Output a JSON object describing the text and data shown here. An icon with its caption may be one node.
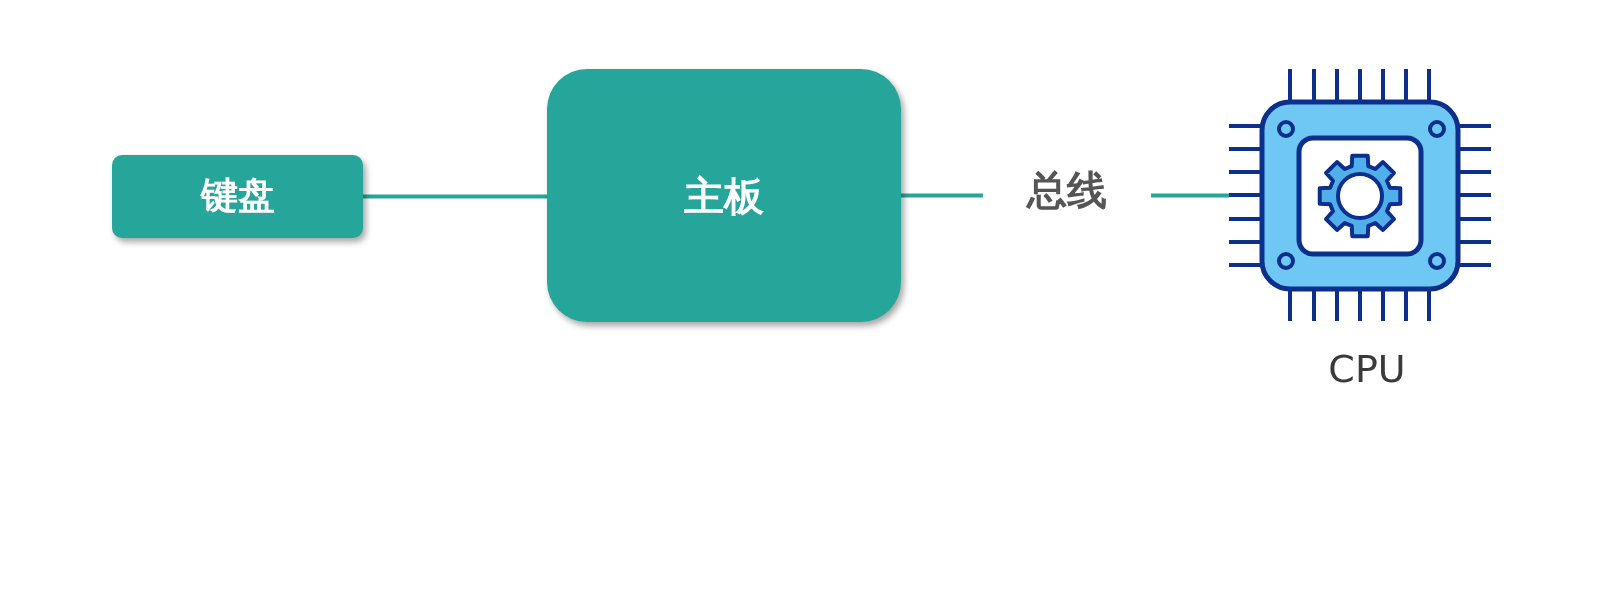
{
  "diagram": {
    "nodes": [
      {
        "text": [
          "键盘"
        ]
      },
      {
        "text": [
          "主板"
        ]
      },
      {
        "text": [],
        "shape": "picture",
        "beside": [
          "CPU"
        ]
      }
    ],
    "edges": [
      {
        "from": 0,
        "to": 1,
        "arrow": "none"
      },
      {
        "from": 1,
        "to": 2,
        "arrow": "none",
        "label": "总线"
      }
    ]
  }
}
